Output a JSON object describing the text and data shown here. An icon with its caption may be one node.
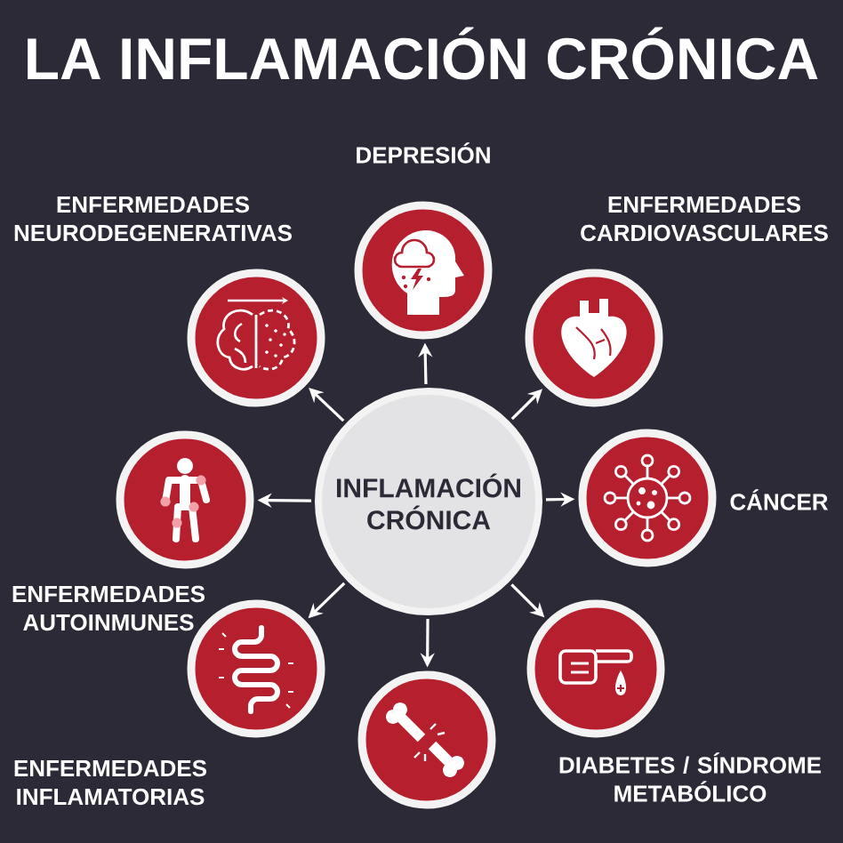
{
  "diagram": {
    "title": "LA INFLAMACIÓN CRÓNICA",
    "nodes": [
      {
        "text": [
          "INFLAMACIÓN CRÓNICA"
        ]
      },
      {
        "text": [
          "DEPRESIÓN"
        ]
      },
      {
        "text": [
          "ENFERMEDADES NEURODEGENERATIVAS"
        ]
      },
      {
        "text": [
          "ENFERMEDADES CARDIOVASCULARES"
        ]
      },
      {
        "text": [
          "ENFERMEDADES AUTOINMUNES"
        ]
      },
      {
        "text": [
          "CÁNCER"
        ]
      },
      {
        "text": [
          "ENFERMEDADES INFLAMATORIAS"
        ]
      },
      {
        "text": [
          "DIABETES / SÍNDROME METABÓLICO"
        ]
      },
      {
        "text": [],
        "shape": "circle"
      }
    ],
    "edges": [
      {
        "from": 0,
        "to": 1,
        "arrow": "to"
      },
      {
        "from": 0,
        "to": 2,
        "arrow": "to"
      },
      {
        "from": 0,
        "to": 3,
        "arrow": "to"
      },
      {
        "from": 0,
        "to": 4,
        "arrow": "to"
      },
      {
        "from": 0,
        "to": 5,
        "arrow": "to"
      },
      {
        "from": 0,
        "to": 6,
        "arrow": "to"
      },
      {
        "from": 0,
        "to": 7,
        "arrow": "to"
      },
      {
        "from": 0,
        "to": 8,
        "arrow": "to"
      }
    ]
  }
}
